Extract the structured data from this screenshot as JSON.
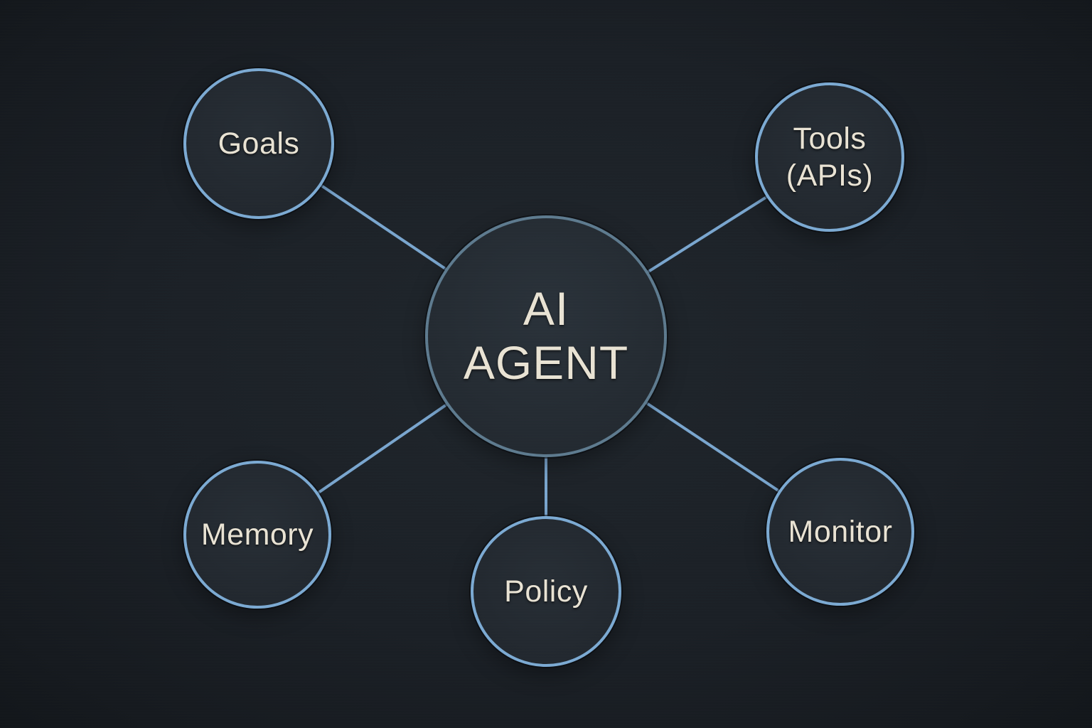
{
  "diagram": {
    "center": {
      "label": "AI\nAGENT"
    },
    "nodes": [
      {
        "id": "goals",
        "label": "Goals"
      },
      {
        "id": "tools",
        "label": "Tools\n(APIs)"
      },
      {
        "id": "memory",
        "label": "Memory"
      },
      {
        "id": "policy",
        "label": "Policy"
      },
      {
        "id": "monitor",
        "label": "Monitor"
      }
    ],
    "edges": [
      {
        "from": "center",
        "to": "goals"
      },
      {
        "from": "center",
        "to": "tools"
      },
      {
        "from": "center",
        "to": "memory"
      },
      {
        "from": "center",
        "to": "policy"
      },
      {
        "from": "center",
        "to": "monitor"
      }
    ],
    "colors": {
      "background": "#1b2026",
      "node_fill": "#242a31",
      "satellite_border": "#7caad3",
      "center_border": "#5e7b8f",
      "connector": "#7aa6cf",
      "text": "#e9e3d4"
    }
  }
}
